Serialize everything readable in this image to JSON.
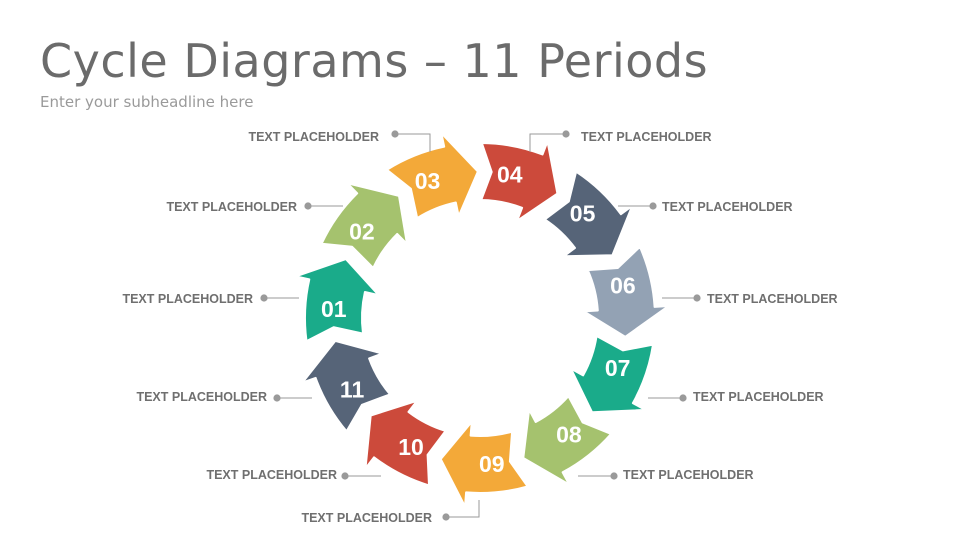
{
  "header": {
    "title": "Cycle Diagrams – 11 Periods",
    "subtitle": "Enter your subheadline here"
  },
  "cycle": {
    "steps": [
      {
        "number": "01",
        "label": "TEXT PLACEHOLDER",
        "color": "#1aab8a"
      },
      {
        "number": "02",
        "label": "TEXT PLACEHOLDER",
        "color": "#a5c26e"
      },
      {
        "number": "03",
        "label": "TEXT PLACEHOLDER",
        "color": "#f3a939"
      },
      {
        "number": "04",
        "label": "TEXT PLACEHOLDER",
        "color": "#cc4a3b"
      },
      {
        "number": "05",
        "label": "TEXT PLACEHOLDER",
        "color": "#566478"
      },
      {
        "number": "06",
        "label": "TEXT PLACEHOLDER",
        "color": "#93a2b4"
      },
      {
        "number": "07",
        "label": "TEXT PLACEHOLDER",
        "color": "#1aab8a"
      },
      {
        "number": "08",
        "label": "TEXT PLACEHOLDER",
        "color": "#a5c26e"
      },
      {
        "number": "09",
        "label": "TEXT PLACEHOLDER",
        "color": "#f3a939"
      },
      {
        "number": "10",
        "label": "TEXT PLACEHOLDER",
        "color": "#cc4a3b"
      },
      {
        "number": "11",
        "label": "TEXT PLACEHOLDER",
        "color": "#566478"
      }
    ],
    "connector_color": "#9a9a9a"
  }
}
